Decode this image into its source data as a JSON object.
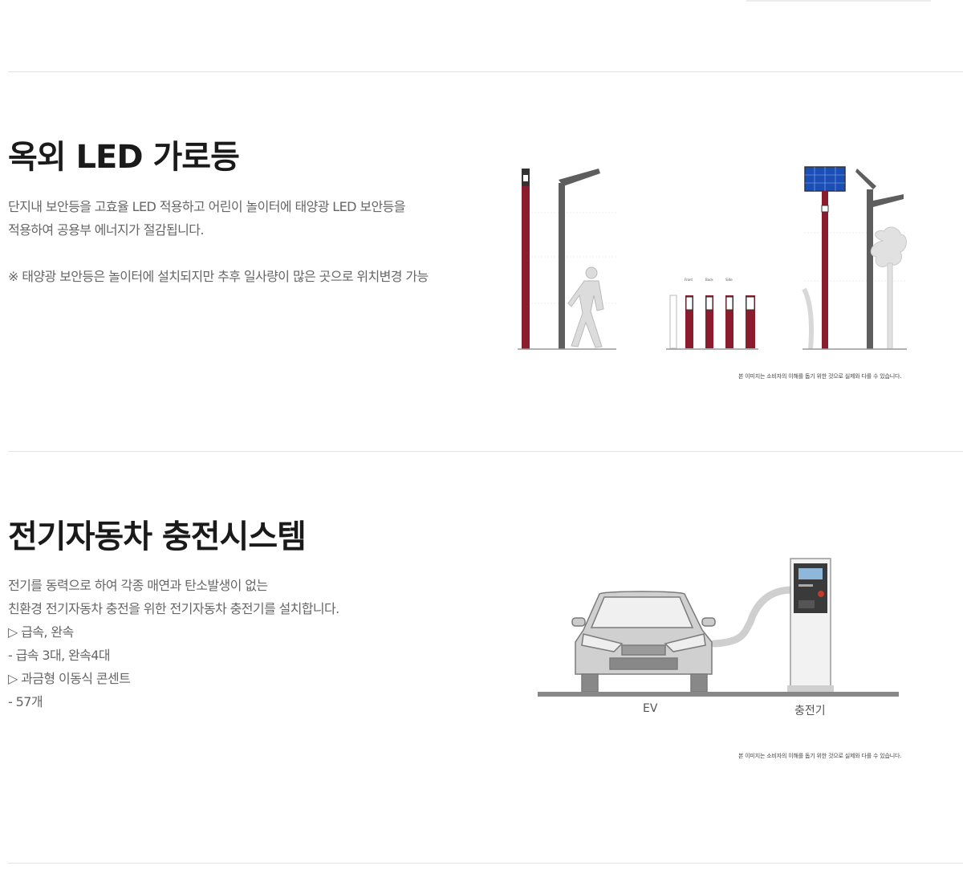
{
  "led_section": {
    "title": "옥외 LED 가로등",
    "desc_line1": "단지내 보안등을 고효율 LED 적용하고 어린이 놀이터에 태양광 LED 보안등을",
    "desc_line2": "적용하여 공용부 에너지가 절감됩니다.",
    "note": "※ 태양광 보안등은 놀이터에 설치되지만 추후 일사량이 많은 곳으로 위치변경 가능",
    "bollard_labels": [
      "Front",
      "Back",
      "Side"
    ],
    "caption": "본 이미지는 소비자의 이해를 돕기 위한 것으로 실제와 다를 수 있습니다."
  },
  "ev_section": {
    "title": "전기자동차 충전시스템",
    "desc_lines": [
      "전기를 동력으로 하여 각종 매연과 탄소발생이 없는",
      "친환경 전기자동차 충전을 위한 전기자동차 충전기를 설치합니다.",
      "▷ 급속, 완속",
      "- 급속 3대, 완속4대",
      "▷ 과금형 이동식 콘센트",
      "- 57개"
    ],
    "label_ev": "EV",
    "label_charger": "충전기",
    "caption": "본 이미지는 소비자의 이해를 돕기 위한 것으로 실제와 다를 수 있습니다."
  },
  "colors": {
    "pole_red": "#8b1c2e",
    "pole_gray": "#5e5e5e",
    "solar_blue": "#1c4fb5",
    "car_gray": "#bdbdbd"
  }
}
